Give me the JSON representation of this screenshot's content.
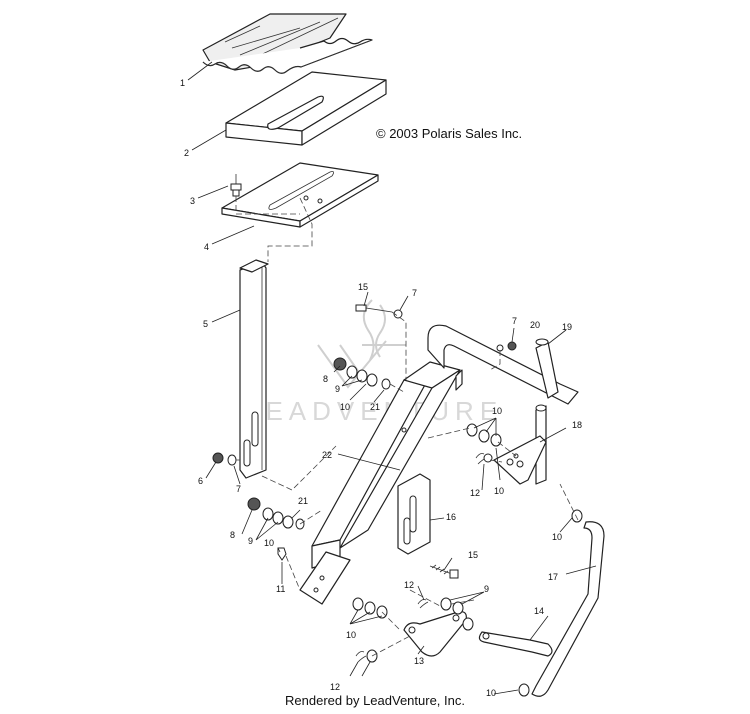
{
  "copyright": "© 2003 Polaris Sales Inc.",
  "footer": "Rendered by LeadVenture, Inc.",
  "watermark": "LEADVENTURE",
  "callouts": [
    {
      "id": "c1",
      "label": "1"
    },
    {
      "id": "c2",
      "label": "2"
    },
    {
      "id": "c3",
      "label": "3"
    },
    {
      "id": "c4",
      "label": "4"
    },
    {
      "id": "c5",
      "label": "5"
    },
    {
      "id": "c6",
      "label": "6"
    },
    {
      "id": "c7a",
      "label": "7"
    },
    {
      "id": "c7b",
      "label": "7"
    },
    {
      "id": "c7c",
      "label": "7"
    },
    {
      "id": "c8a",
      "label": "8"
    },
    {
      "id": "c8b",
      "label": "8"
    },
    {
      "id": "c9a",
      "label": "9"
    },
    {
      "id": "c9b",
      "label": "9"
    },
    {
      "id": "c9c",
      "label": "9"
    },
    {
      "id": "c10a",
      "label": "10"
    },
    {
      "id": "c10b",
      "label": "10"
    },
    {
      "id": "c10c",
      "label": "10"
    },
    {
      "id": "c10d",
      "label": "10"
    },
    {
      "id": "c10e",
      "label": "10"
    },
    {
      "id": "c10f",
      "label": "10"
    },
    {
      "id": "c11",
      "label": "11"
    },
    {
      "id": "c12a",
      "label": "12"
    },
    {
      "id": "c12b",
      "label": "12"
    },
    {
      "id": "c12c",
      "label": "12"
    },
    {
      "id": "c13",
      "label": "13"
    },
    {
      "id": "c14",
      "label": "14"
    },
    {
      "id": "c15a",
      "label": "15"
    },
    {
      "id": "c15b",
      "label": "15"
    },
    {
      "id": "c16",
      "label": "16"
    },
    {
      "id": "c17",
      "label": "17"
    },
    {
      "id": "c18",
      "label": "18"
    },
    {
      "id": "c19",
      "label": "19"
    },
    {
      "id": "c20",
      "label": "20"
    },
    {
      "id": "c21a",
      "label": "21"
    },
    {
      "id": "c21b",
      "label": "21"
    },
    {
      "id": "c22",
      "label": "22"
    }
  ]
}
